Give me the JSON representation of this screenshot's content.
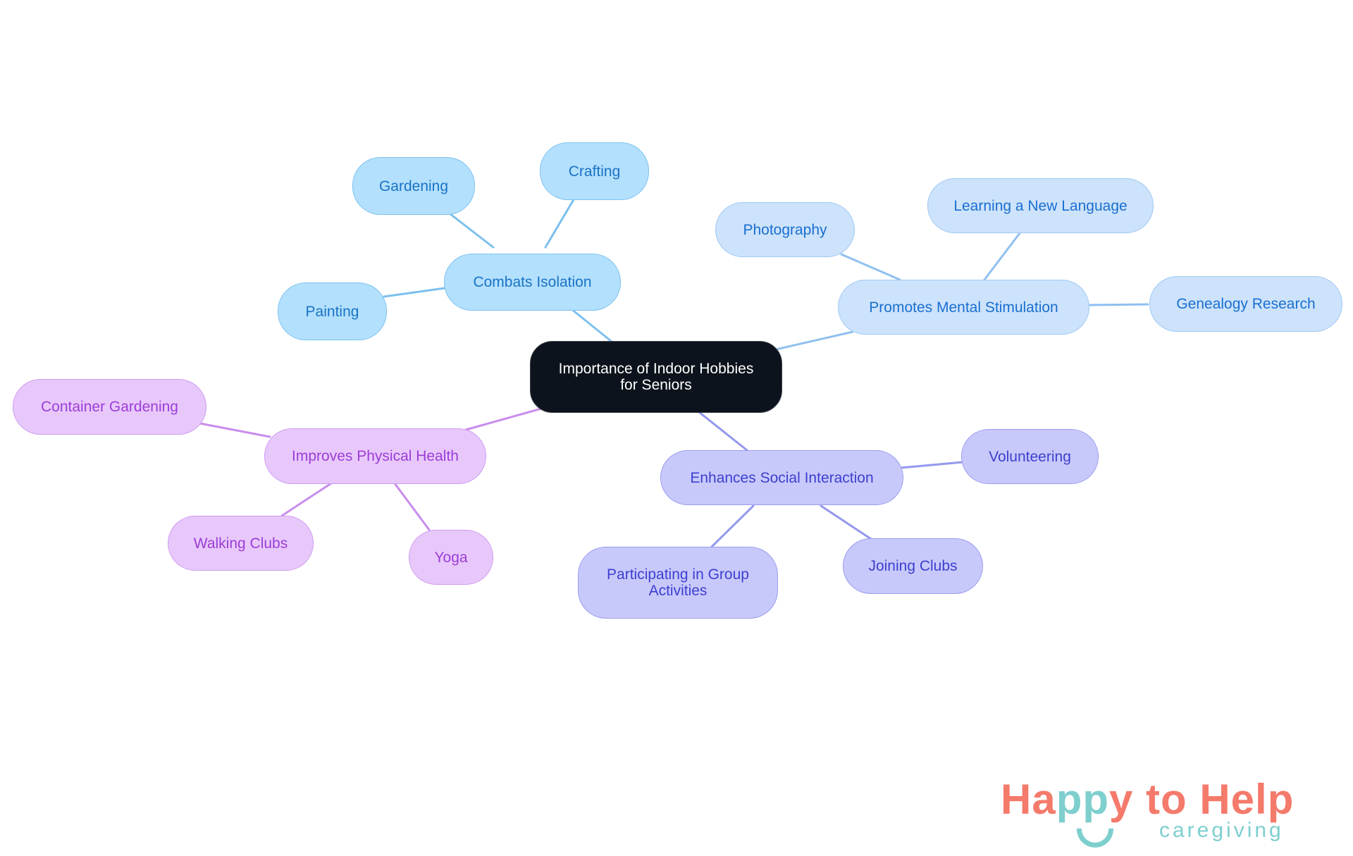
{
  "diagram": {
    "type": "mind-map",
    "root": {
      "label_line1": "Importance of Indoor Hobbies",
      "label_line2": "for Seniors"
    },
    "branches": [
      {
        "label": "Combats Isolation",
        "color": "#b3e0fd",
        "children": [
          "Gardening",
          "Crafting",
          "Painting"
        ]
      },
      {
        "label": "Promotes Mental Stimulation",
        "color": "#cde3fb",
        "children": [
          "Photography",
          "Learning a New Language",
          "Genealogy Research"
        ]
      },
      {
        "label": "Improves Physical Health",
        "color": "#e8c8fb",
        "children": [
          "Container Gardening",
          "Walking Clubs",
          "Yoga"
        ]
      },
      {
        "label": "Enhances Social Interaction",
        "color": "#c8c9fb",
        "children": [
          "Volunteering",
          "Participating in Group Activities",
          "Joining Clubs"
        ]
      }
    ],
    "extra": {
      "participating_line1": "Participating in Group",
      "participating_line2": "Activities"
    }
  },
  "colors": {
    "root_fill": "#0d131c",
    "blue_edge": "#7cc0ee",
    "sky_edge": "#90c0f0",
    "indigo_edge": "#9598ee",
    "purple_edge": "#c98ded",
    "logo_coral": "#f47a6b",
    "logo_teal": "#7ecfce"
  },
  "logo": {
    "part1": "Ha",
    "part2": "pp",
    "part3": "y to Help",
    "subtitle": "caregiving"
  }
}
